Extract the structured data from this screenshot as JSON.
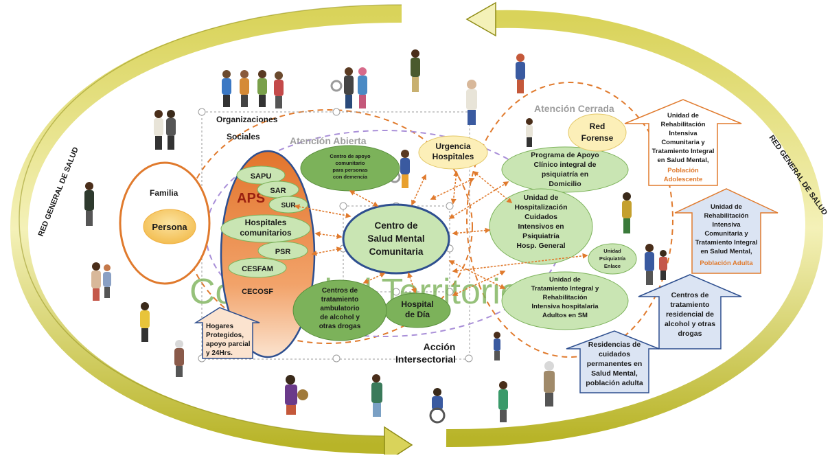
{
  "ring": {
    "left_label": "RED GENERAL DE SALUD",
    "right_label": "RED GENERAL DE SALUD"
  },
  "zones": {
    "abierta": "Atención Abierta",
    "cerrada": "Atención Cerrada"
  },
  "watermark": "Comunidad Territorio",
  "organizaciones": [
    "Organizaciones",
    "Sociales"
  ],
  "familia": "Familia",
  "persona": "Persona",
  "aps": {
    "title": "APS",
    "items": [
      "SAPU",
      "SAR",
      "SUR",
      "PSR",
      "CESFAM",
      "CECOSF"
    ],
    "hospitales": [
      "Hospitales",
      "comunitarios"
    ]
  },
  "centro_demencia": [
    "Centro de apoyo",
    "comunitario",
    "para personas",
    "con demencia"
  ],
  "urgencia": [
    "Urgencia",
    "Hospitales"
  ],
  "csmc": [
    "Centro de",
    "Salud Mental",
    "Comunitaria"
  ],
  "hospital_dia": [
    "Hospital",
    "de Día"
  ],
  "centros_tratamiento": [
    "Centros de",
    "tratamiento",
    "ambulatorio",
    "de alcohol y",
    "otras drogas"
  ],
  "accion": [
    "Acción",
    "Intersectorial"
  ],
  "programa_apoyo": [
    "Programa de Apoyo",
    "Clínico integral de",
    "psiquiatría en",
    "Domicilio"
  ],
  "unidad_hosp": [
    "Unidad de",
    "Hospitalización",
    "Cuidados",
    "Intensivos en",
    "Psiquiatría",
    "Hosp. General"
  ],
  "unidad_enlace": [
    "Unidad",
    "Psiquiatría",
    "Enlace"
  ],
  "unidad_tratamiento": [
    "Unidad de",
    "Tratamiento Integral y",
    "Rehabilitación",
    "Intensiva hospitalaria",
    "Adultos en SM"
  ],
  "red_forense": [
    "Red",
    "Forense"
  ],
  "box_adolescente": {
    "lines": [
      "Unidad de",
      "Rehabilitación",
      "Intensiva",
      "Comunitaria y",
      "Tratamiento Integral",
      "en Salud Mental,"
    ],
    "highlight": [
      "Población",
      "Adolescente"
    ]
  },
  "box_adulta": {
    "lines": [
      "Unidad de",
      "Rehabilitación",
      "Intensiva",
      "Comunitaria y",
      "Tratamiento Integral",
      "en Salud Mental,"
    ],
    "highlight": [
      "Población Adulta"
    ]
  },
  "box_residencial": [
    "Centros de",
    "tratamiento",
    "residencial de",
    "alcohol y otras",
    "drogas"
  ],
  "box_residencias": [
    "Residencias de",
    "cuidados",
    "permanentes en",
    "Salud Mental,",
    "población adulta"
  ],
  "box_hogares": [
    "Hogares",
    "Protegidos,",
    "apoyo parcial",
    "y 24Hrs."
  ],
  "colors": {
    "green_fill": "#c9e5b3",
    "green_dark": "#7cb25a",
    "orange": "#e07a2d",
    "yellow": "#f5d06a",
    "navy": "#2e4f8f",
    "lavender": "#a98fd8",
    "arrow_yellow": "#b7b41e"
  }
}
